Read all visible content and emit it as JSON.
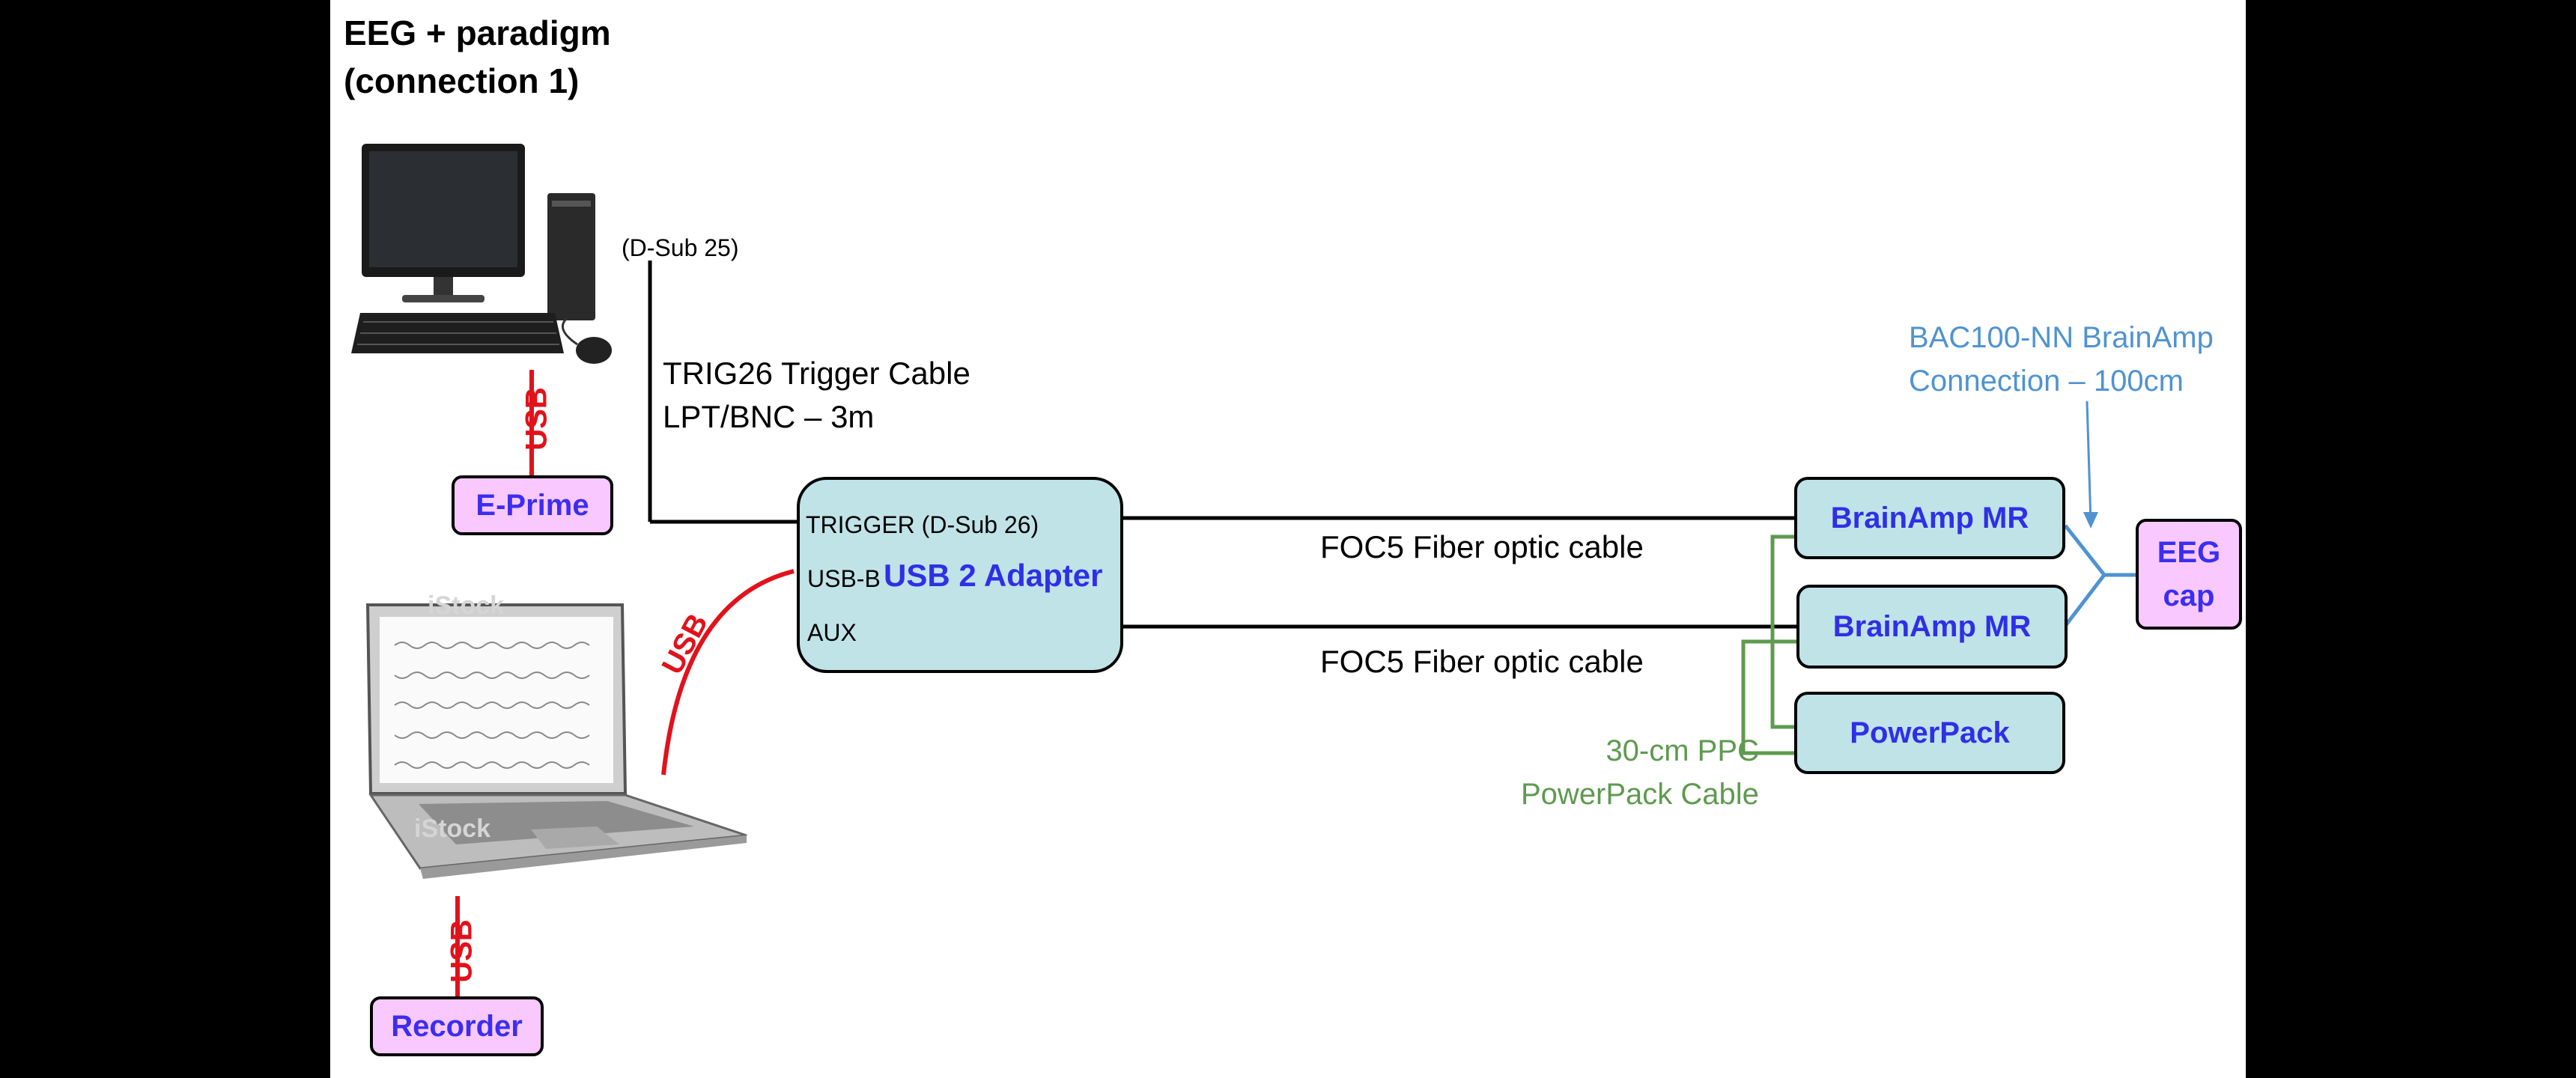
{
  "title": {
    "line1": "EEG + paradigm",
    "line2": "(connection 1)"
  },
  "pc": {
    "port_label": "(D-Sub 25)",
    "usb_label": "USB",
    "software": "E-Prime"
  },
  "trigger_cable": {
    "line1": "TRIG26 Trigger Cable",
    "line2": "LPT/BNC – 3m"
  },
  "adapter": {
    "name": "USB 2 Adapter",
    "ports": {
      "trigger": "TRIGGER (D-Sub 26)",
      "usb": "USB-B",
      "aux": "AUX"
    }
  },
  "laptop": {
    "watermark": "iStock",
    "usb_to_adapter": "USB",
    "usb_to_recorder": "USB",
    "software": "Recorder"
  },
  "fiber_cables": [
    "FOC5 Fiber optic cable",
    "FOC5 Fiber optic cable"
  ],
  "amplifiers": [
    "BrainAmp MR",
    "BrainAmp MR"
  ],
  "powerpack": {
    "name": "PowerPack",
    "cable_line1": "30-cm PPC",
    "cable_line2": "PowerPack Cable"
  },
  "brainamp_connection": {
    "line1": "BAC100-NN BrainAmp",
    "line2": "Connection – 100cm"
  },
  "eeg_cap": {
    "line1": "EEG",
    "line2": "cap"
  },
  "colors": {
    "usb_red": "#e1121b",
    "adapter_fill": "#bfe3e7",
    "software_fill": "#f8c8ff",
    "label_blue": "#4f93d2",
    "label_green": "#5e9a4f",
    "device_text": "#2f2fe6"
  }
}
